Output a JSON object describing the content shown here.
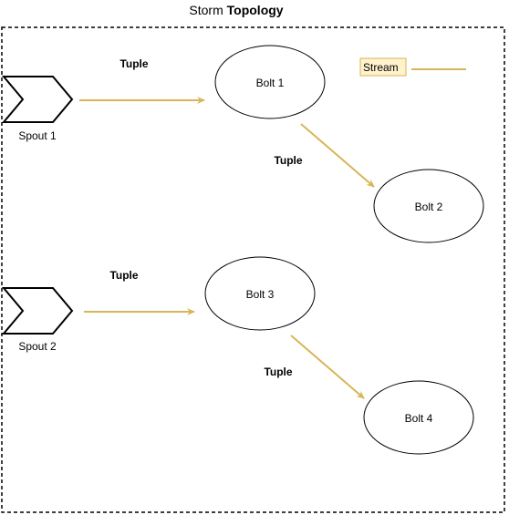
{
  "title": {
    "prefix": "Storm",
    "emphasis": "Topology"
  },
  "legend": {
    "label": "Stream",
    "line_color": "#d6b656",
    "box_fill": "#fff2cc",
    "box_stroke": "#d6b656"
  },
  "colors": {
    "arrow": "#d6b656",
    "frame": "#000000"
  },
  "spouts": [
    {
      "id": "spout1",
      "label": "Spout 1"
    },
    {
      "id": "spout2",
      "label": "Spout 2"
    }
  ],
  "bolts": [
    {
      "id": "bolt1",
      "label": "Bolt 1"
    },
    {
      "id": "bolt2",
      "label": "Bolt 2"
    },
    {
      "id": "bolt3",
      "label": "Bolt 3"
    },
    {
      "id": "bolt4",
      "label": "Bolt 4"
    }
  ],
  "edges": [
    {
      "from": "spout1",
      "to": "bolt1",
      "label": "Tuple"
    },
    {
      "from": "bolt1",
      "to": "bolt2",
      "label": "Tuple"
    },
    {
      "from": "spout2",
      "to": "bolt3",
      "label": "Tuple"
    },
    {
      "from": "bolt3",
      "to": "bolt4",
      "label": "Tuple"
    }
  ]
}
